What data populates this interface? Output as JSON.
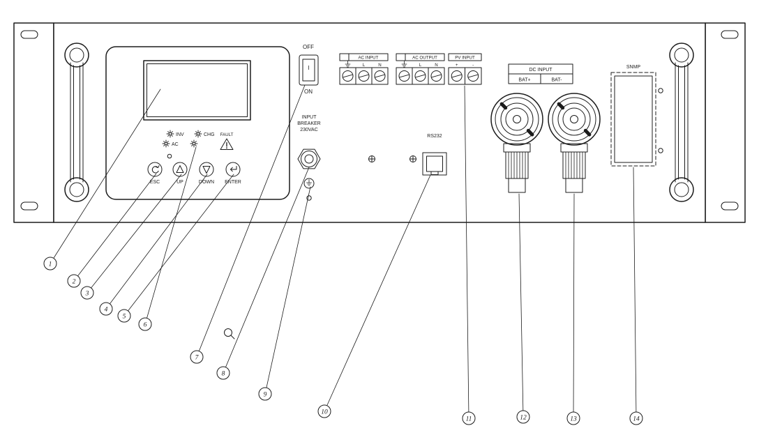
{
  "indicators": {
    "inv": "INV",
    "chg": "CHG",
    "ac": "AC",
    "fault": "FAULT"
  },
  "keys": {
    "esc": "ESC",
    "up": "UP",
    "down": "DOWN",
    "enter": "ENTER"
  },
  "power_switch": {
    "off": "OFF",
    "on": "ON",
    "mark": "I"
  },
  "breaker": {
    "line1": "INPUT",
    "line2": "BREAKER",
    "line3": "230VAC"
  },
  "terminals": {
    "ac_input": {
      "title": "AC INPUT",
      "pin_l": "L",
      "pin_n": "N"
    },
    "ac_output": {
      "title": "AC OUTPUT",
      "pin_l": "L",
      "pin_n": "N"
    },
    "pv_input": {
      "title": "PV INPUT",
      "pin_plus": "+",
      "pin_minus": "-"
    }
  },
  "dc_input": {
    "title": "DC INPUT",
    "bat_plus": "BAT+",
    "bat_minus": "BAT-"
  },
  "ports": {
    "rs232": "RS232",
    "snmp": "SNMP"
  },
  "callouts": {
    "numbers": [
      "1",
      "2",
      "3",
      "4",
      "5",
      "6",
      "7",
      "8",
      "9",
      "10",
      "11",
      "12",
      "13",
      "14"
    ]
  },
  "icons": {
    "sun-led-icon": "✳",
    "warning-triangle-icon": "⚠",
    "ground-icon": "⏚",
    "magnifier-icon": "🔍",
    "screw-icon": "⊕"
  },
  "colors": {
    "ink": "#1b1b1b",
    "paper": "#ffffff"
  }
}
